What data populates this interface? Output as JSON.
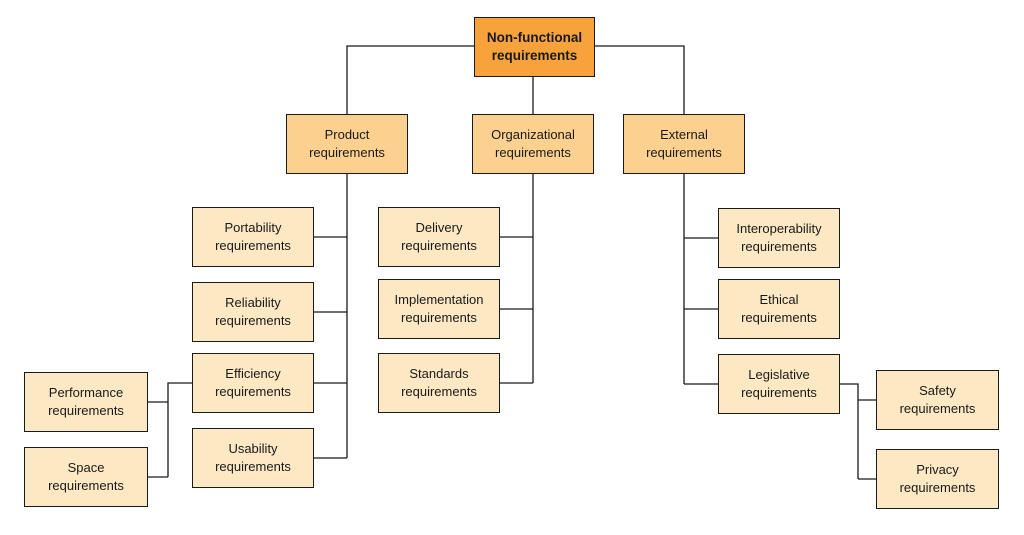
{
  "diagram": {
    "root": {
      "line1": "Non-functional",
      "line2": "requirements"
    },
    "product": {
      "line1": "Product",
      "line2": "requirements"
    },
    "organizational": {
      "line1": "Organizational",
      "line2": "requirements"
    },
    "external": {
      "line1": "External",
      "line2": "requirements"
    },
    "portability": {
      "line1": "Portability",
      "line2": "requirements"
    },
    "reliability": {
      "line1": "Reliability",
      "line2": "requirements"
    },
    "efficiency": {
      "line1": "Efficiency",
      "line2": "requirements"
    },
    "usability": {
      "line1": "Usability",
      "line2": "requirements"
    },
    "performance": {
      "line1": "Performance",
      "line2": "requirements"
    },
    "space": {
      "line1": "Space",
      "line2": "requirements"
    },
    "delivery": {
      "line1": "Delivery",
      "line2": "requirements"
    },
    "implementation": {
      "line1": "Implementation",
      "line2": "requirements"
    },
    "standards": {
      "line1": "Standards",
      "line2": "requirements"
    },
    "interoperability": {
      "line1": "Interoperability",
      "line2": "requirements"
    },
    "ethical": {
      "line1": "Ethical",
      "line2": "requirements"
    },
    "legislative": {
      "line1": "Legislative",
      "line2": "requirements"
    },
    "safety": {
      "line1": "Safety",
      "line2": "requirements"
    },
    "privacy": {
      "line1": "Privacy",
      "line2": "requirements"
    }
  },
  "colors": {
    "root_fill": "#f7a23b",
    "category_fill": "#fcd08f",
    "leaf_fill": "#fde8c4",
    "border": "#1a1a1a",
    "connector": "#1a1a1a"
  }
}
